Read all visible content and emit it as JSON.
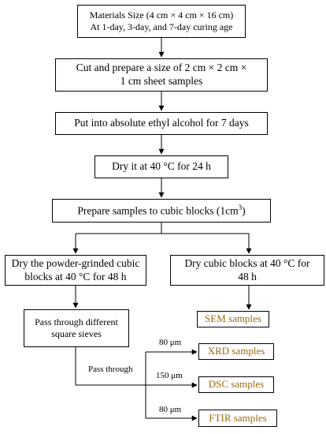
{
  "steps": {
    "materials": {
      "line1": "Materials Size (4 cm × 4 cm × 16 cm)",
      "line2": "At 1-day, 3-day,  and 7-day curing age"
    },
    "cut": {
      "line1": "Cut and prepare a size of 2 cm × 2 cm ×",
      "line2": "1 cm sheet samples"
    },
    "alcohol": "Put into absolute ethyl alcohol for 7 days",
    "dry1": "Dry it at 40 °C for 24 h",
    "prepare": {
      "text": "Prepare samples  to cubic blocks (1cm",
      "sup": "3",
      "tail": ")"
    },
    "dry_powder": {
      "line1": "Dry the powder-grinded cubic",
      "line2": "blocks at 40 °C for 48 h"
    },
    "dry_cubic": {
      "line1": "Dry cubic blocks at 40 °C for",
      "line2": "48 h"
    },
    "sieves": {
      "line1": "Pass through different",
      "line2": "square sieves"
    }
  },
  "outputs": {
    "sem": "SEM samples",
    "xrd": "XRD samples",
    "dsc": "DSC samples",
    "ftir": "FTIR samples"
  },
  "labels": {
    "pass_through": "Pass through",
    "xrd_size": "80 μm",
    "dsc_size": "150 μm",
    "ftir_size": "80 μm"
  },
  "colors": {
    "output_text": "#9a6a10",
    "lines": "#000000"
  }
}
